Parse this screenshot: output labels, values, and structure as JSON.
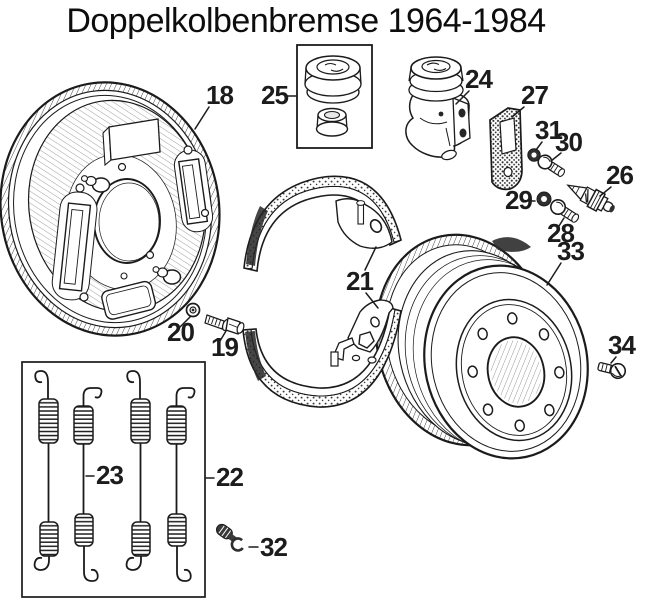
{
  "title": "Doppelkolbenbremse 1964-1984",
  "diagram": {
    "kind": "exploded-parts-diagram",
    "subject": "drum brake assembly"
  },
  "colors": {
    "ink": "#1b1b1b",
    "background": "#ffffff"
  },
  "parts": [
    {
      "number": "18",
      "name": "backing-plate"
    },
    {
      "number": "19",
      "name": "adjuster-bolt"
    },
    {
      "number": "20",
      "name": "washer"
    },
    {
      "number": "21",
      "name": "brake-shoe-pair"
    },
    {
      "number": "22",
      "name": "spring-set-box"
    },
    {
      "number": "23",
      "name": "return-spring"
    },
    {
      "number": "24",
      "name": "wheel-cylinder"
    },
    {
      "number": "25",
      "name": "piston-seal-kit-box"
    },
    {
      "number": "26",
      "name": "bleeder-screw"
    },
    {
      "number": "27",
      "name": "gasket"
    },
    {
      "number": "28",
      "name": "mounting-bolt"
    },
    {
      "number": "29",
      "name": "lock-washer"
    },
    {
      "number": "30",
      "name": "mounting-bolt"
    },
    {
      "number": "31",
      "name": "lock-washer"
    },
    {
      "number": "32",
      "name": "hose-fitting"
    },
    {
      "number": "33",
      "name": "brake-drum"
    },
    {
      "number": "34",
      "name": "drum-retaining-screw"
    }
  ]
}
